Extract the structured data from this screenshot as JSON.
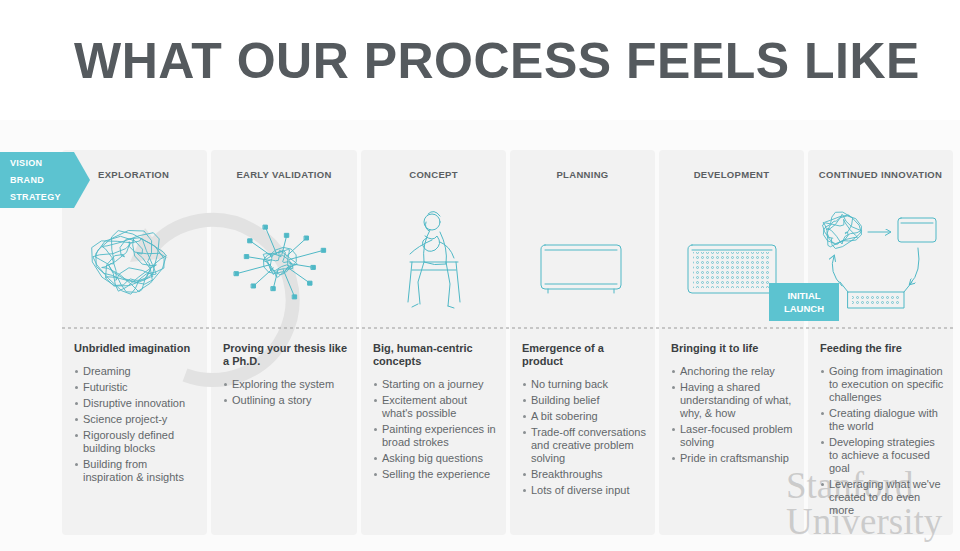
{
  "diagram": {
    "title": "WHAT OUR PROCESS FEELS LIKE",
    "nodes": [
      {
        "text": [
          "VISION BRAND STRATEGY"
        ]
      },
      {
        "text": [
          "EXPLORATION",
          "Unbridled imagination",
          "Dreaming",
          "Futuristic",
          "Disruptive innovation",
          "Science project-y",
          "Rigorously defined building blocks",
          "Building from inspiration & insights"
        ]
      },
      {
        "text": [
          "EARLY VALIDATION",
          "Proving your thesis like a Ph.D.",
          "Exploring the system",
          "Outlining a story"
        ]
      },
      {
        "text": [
          "CONCEPT",
          "Big, human-centric concepts",
          "Starting on a journey",
          "Excitement about what's possible",
          "Painting experiences in broad strokes",
          "Asking big questions",
          "Selling the experience"
        ]
      },
      {
        "text": [
          "PLANNING",
          "Emergence of a product",
          "No turning back",
          "Building belief",
          "A bit sobering",
          "Trade-off conversations and creative problem solving",
          "Breakthroughs",
          "Lots of diverse input"
        ]
      },
      {
        "text": [
          "DEVELOPMENT",
          "Bringing it to life",
          "Anchoring the relay",
          "Having a shared understanding of what, why, & how",
          "Laser-focused problem solving",
          "Pride in craftsmanship"
        ]
      },
      {
        "text": [
          "CONTINUED INNOVATION",
          "Feeding the fire",
          "Going from imagination to execution on specific challenges",
          "Creating dialogue with the world",
          "Developing strategies to achieve a focused goal",
          "Leveraging what we've created to do even more"
        ]
      },
      {
        "text": [
          "INITIAL LAUNCH"
        ]
      }
    ],
    "labels": [
      "Stanford University"
    ]
  }
}
